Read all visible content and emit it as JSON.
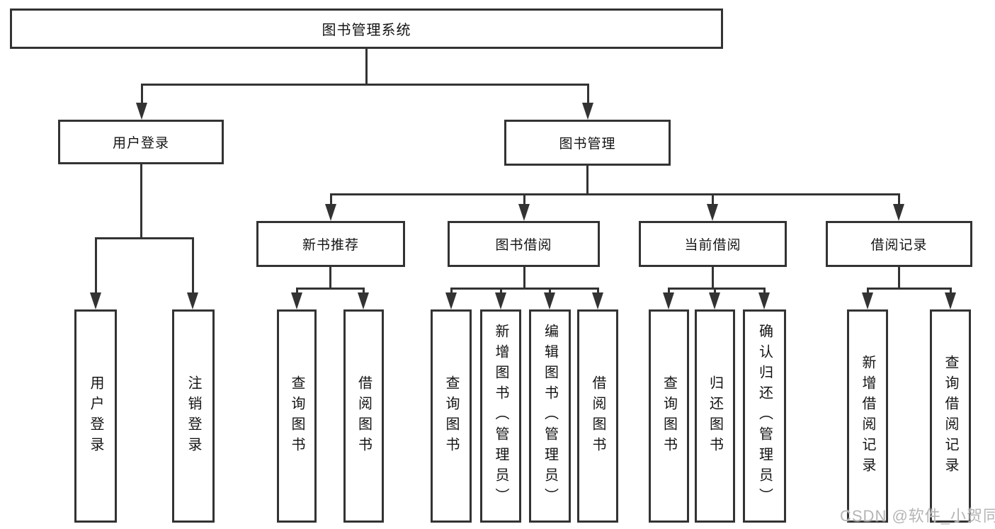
{
  "diagram_type": "functional-structure-tree",
  "tree": {
    "root": {
      "label": "图书管理系统",
      "children": [
        {
          "label": "用户登录",
          "children": [
            {
              "label": "用户登录"
            },
            {
              "label": "注销登录"
            }
          ]
        },
        {
          "label": "图书管理",
          "children": [
            {
              "label": "新书推荐",
              "children": [
                {
                  "label": "查询图书"
                },
                {
                  "label": "借阅图书"
                }
              ]
            },
            {
              "label": "图书借阅",
              "children": [
                {
                  "label": "查询图书"
                },
                {
                  "label": "新增图书（管理员）"
                },
                {
                  "label": "编辑图书（管理员）"
                },
                {
                  "label": "借阅图书"
                }
              ]
            },
            {
              "label": "当前借阅",
              "children": [
                {
                  "label": "查询图书"
                },
                {
                  "label": "归还图书"
                },
                {
                  "label": "确认归还（管理员）"
                }
              ]
            },
            {
              "label": "借阅记录",
              "children": [
                {
                  "label": "新增借阅记录"
                },
                {
                  "label": "查询借阅记录"
                }
              ]
            }
          ]
        }
      ]
    }
  },
  "watermark": {
    "text": "CSDN @软件_小贺同学"
  },
  "colors": {
    "line": "#333333",
    "text": "#141414",
    "background": "#ffffff",
    "watermark": "#b5b5b5"
  }
}
